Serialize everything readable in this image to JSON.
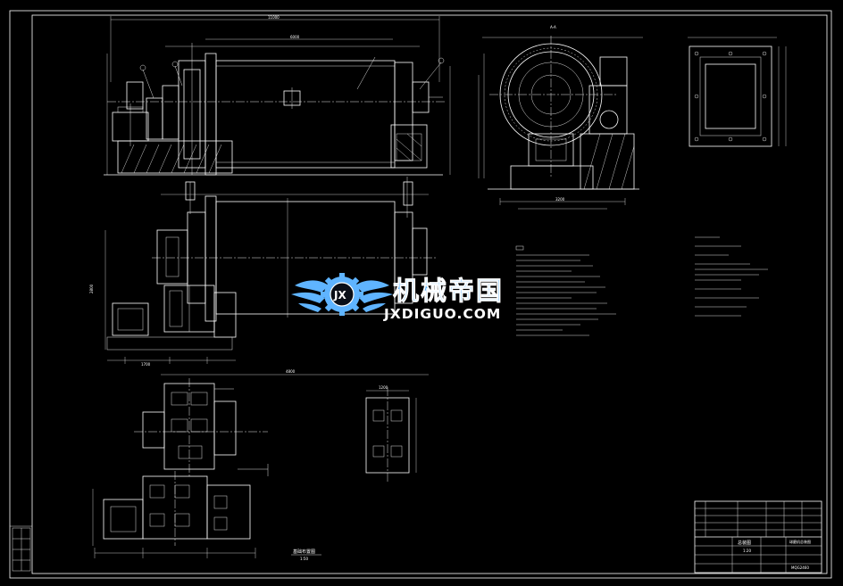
{
  "watermark": {
    "cn": "机械帝国",
    "en": "JXDIGUO.COM",
    "colors": {
      "primary": "#5fb4ff",
      "secondary": "#ffffff"
    }
  },
  "title_block": {
    "title": "总装图",
    "subtitle": "1:20",
    "part": "球磨机总装图",
    "drawing_no": "MQG2460"
  },
  "foundation_label": "基础布置图",
  "foundation_scale": "1:50",
  "dimensions": {
    "top_overall": "11000",
    "shell_length": "6000",
    "plan_length": "4800",
    "aa_width": "2800",
    "aa_base": "3200",
    "gear_width": "1700",
    "pad_width": "1200"
  },
  "section_label": "A-A"
}
